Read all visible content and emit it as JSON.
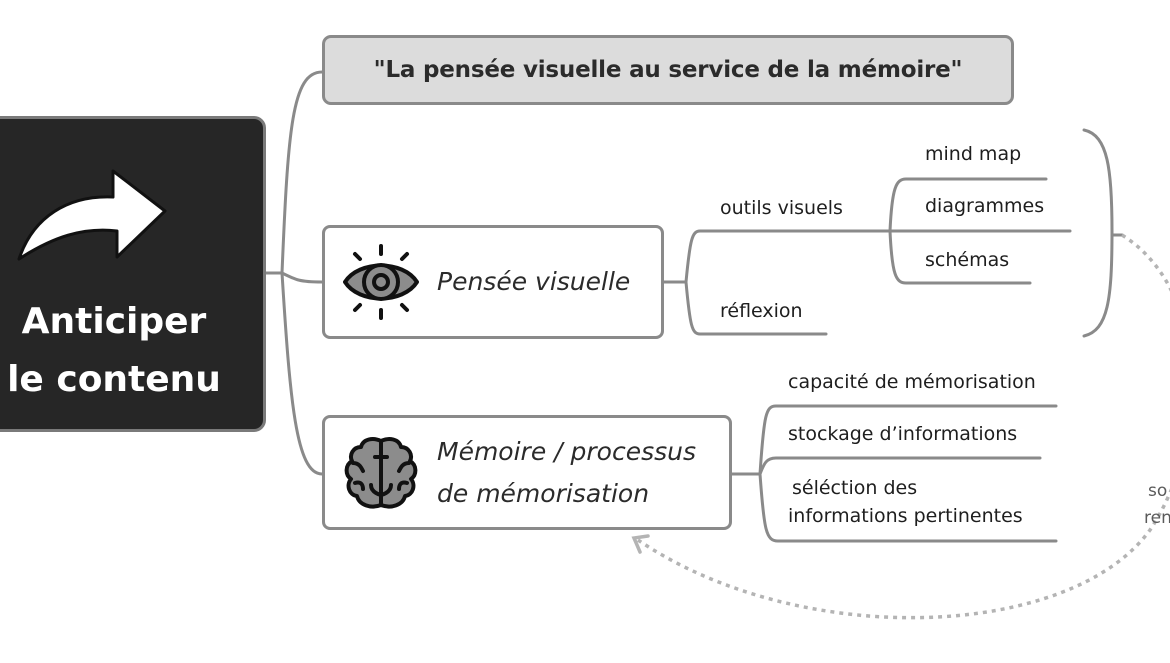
{
  "central_topic": {
    "title_line1": "Anticiper",
    "title_line2": "le contenu",
    "icon": "curved-arrow-right-icon",
    "background_color": "#262626"
  },
  "summary_box": {
    "text": "\"La pensée visuelle au service de la mémoire\"",
    "background_color": "#dcdcdc"
  },
  "topics": [
    {
      "label": "Pensée visuelle",
      "icon": "eye-icon",
      "branches": [
        {
          "label": "outils visuels",
          "children": [
            "mind map",
            "diagrammes",
            "schémas"
          ]
        },
        {
          "label": "réflexion"
        }
      ]
    },
    {
      "label_line1": "Mémoire / processus",
      "label_line2": "de mémorisation",
      "icon": "brain-icon",
      "branches": [
        {
          "label": "capacité de mémorisation"
        },
        {
          "label": "stockage d’informations"
        },
        {
          "label_line1": "séléction des",
          "label_line2": "informations pertinentes"
        }
      ]
    }
  ],
  "relationship": {
    "label_fragment_line1": "so",
    "label_fragment_line2": "ren",
    "line_color": "#b4b4b4"
  },
  "colors": {
    "line": "#8a8a8a",
    "icon_fill": "#8c8c8c",
    "icon_stroke": "#111111"
  }
}
